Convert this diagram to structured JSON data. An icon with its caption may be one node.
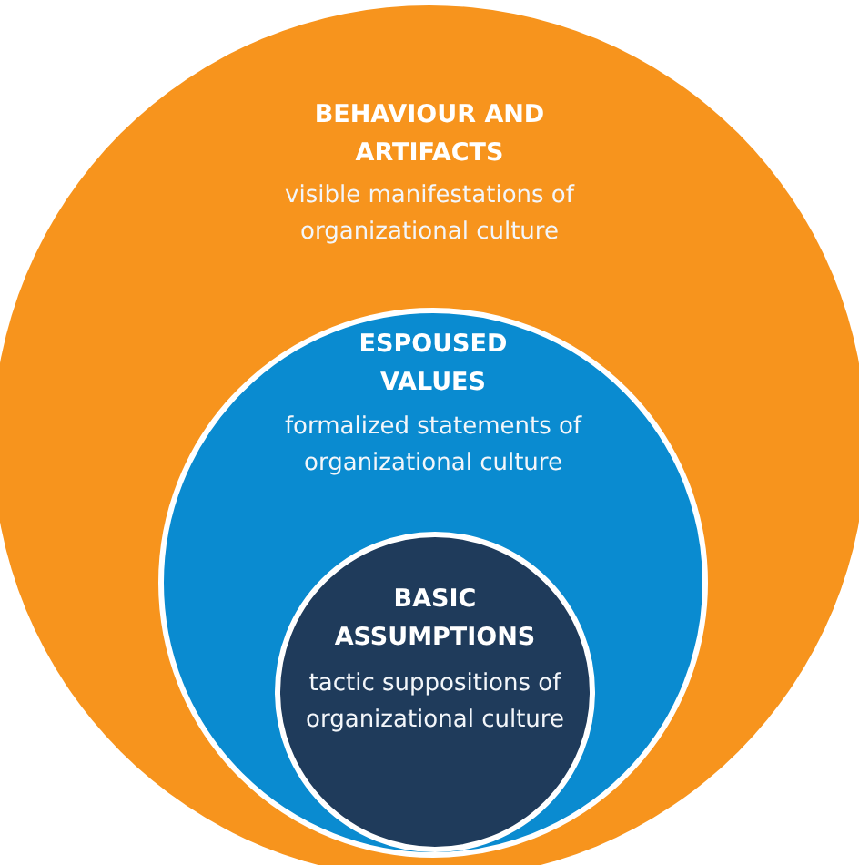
{
  "diagram": {
    "nodes": [
      {
        "text": [
          "BEHAVIOUR AND ARTIFACTS",
          "visible manifestations of organizational culture"
        ]
      },
      {
        "text": [
          "ESPOUSED VALUES",
          "formalized statements of organizational culture"
        ],
        "in": 0
      },
      {
        "text": [
          "BASIC ASSUMPTIONS",
          "tactic suppositions of organizational culture"
        ],
        "in": 1
      }
    ]
  }
}
